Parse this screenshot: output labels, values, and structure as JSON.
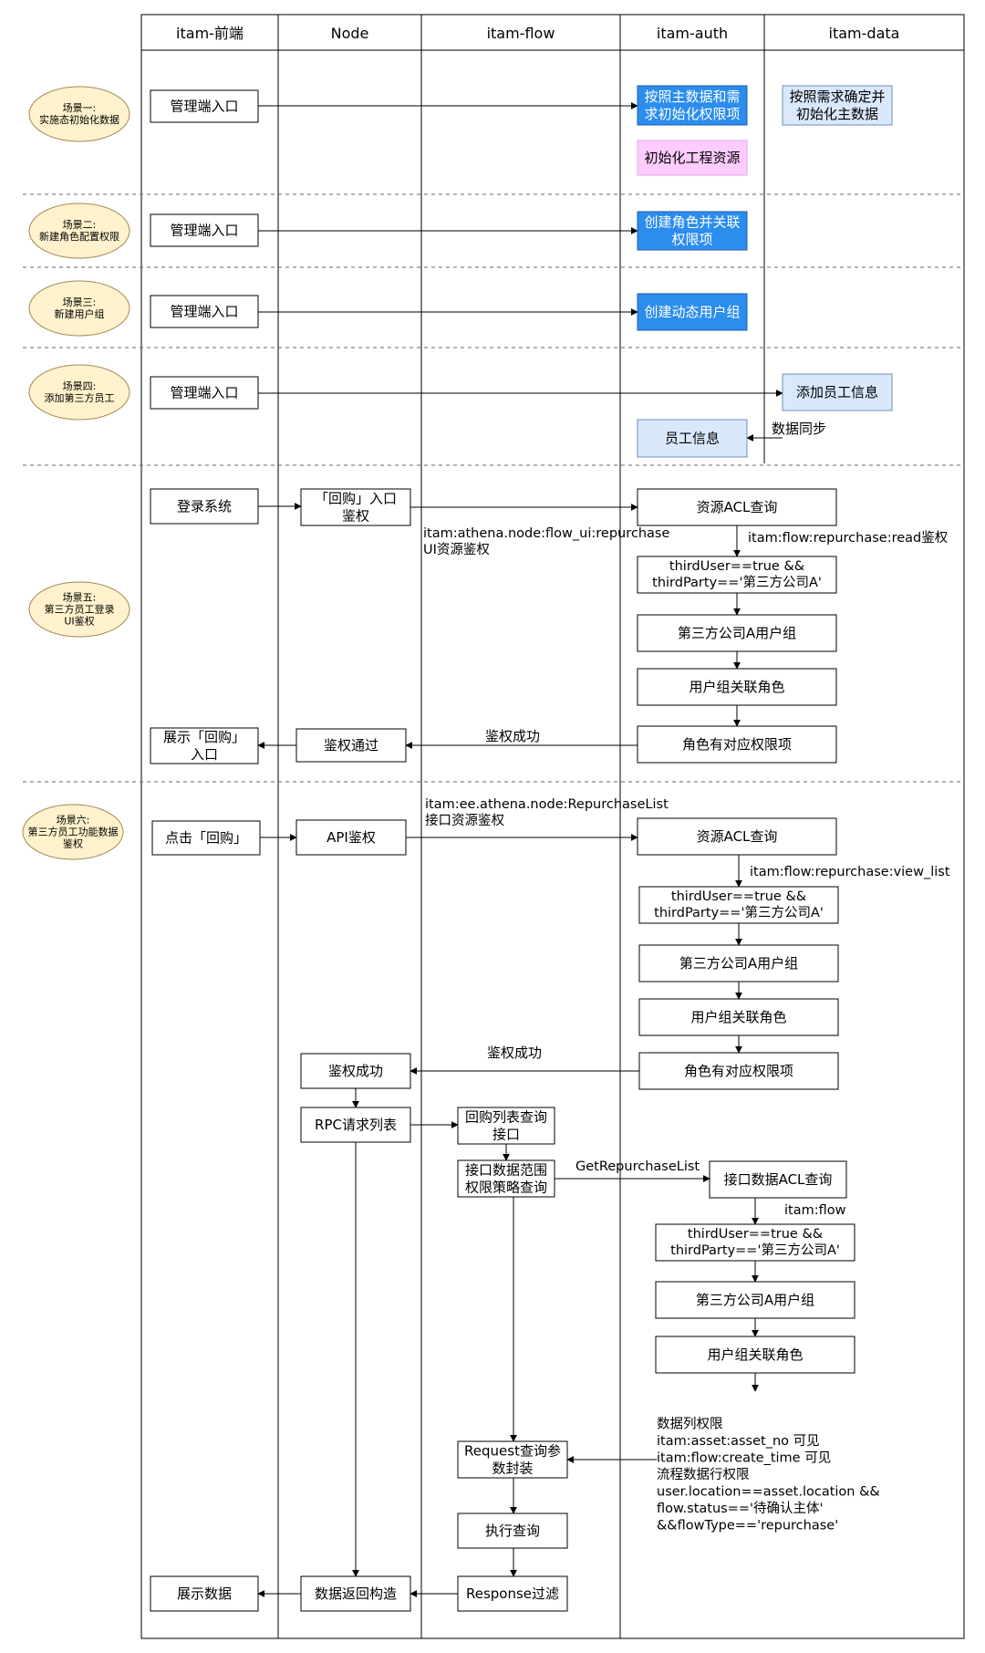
{
  "lanes": [
    "itam-前端",
    "Node",
    "itam-flow",
    "itam-auth",
    "itam-data"
  ],
  "scenes": [
    {
      "lines": [
        "场景一:",
        "实施态初始化数据"
      ]
    },
    {
      "lines": [
        "场景二:",
        "新建角色配置权限"
      ]
    },
    {
      "lines": [
        "场景三:",
        "新建用户组"
      ]
    },
    {
      "lines": [
        "场景四:",
        "添加第三方员工"
      ]
    },
    {
      "lines": [
        "场景五:",
        "第三方员工登录",
        "UI鉴权"
      ]
    },
    {
      "lines": [
        "场景六:",
        "第三方员工功能数据",
        "鉴权"
      ]
    }
  ],
  "nodes": {
    "s1_entry": [
      "管理端入口"
    ],
    "s1_auth": [
      "按照主数据和需",
      "求初始化权限项"
    ],
    "s1_data": [
      "按照需求确定并",
      "初始化主数据"
    ],
    "s1_res": [
      "初始化工程资源"
    ],
    "s2_entry": [
      "管理端入口"
    ],
    "s2_auth": [
      "创建角色并关联",
      "权限项"
    ],
    "s3_entry": [
      "管理端入口"
    ],
    "s3_auth": [
      "创建动态用户组"
    ],
    "s4_entry": [
      "管理端入口"
    ],
    "s4_data": [
      "添加员工信息"
    ],
    "s4_emp": [
      "员工信息"
    ],
    "s5_login": [
      "登录系统"
    ],
    "s5_node": [
      "「回购」入口",
      "鉴权"
    ],
    "s5_acl": [
      "资源ACL查询"
    ],
    "s5_cond": [
      "thirdUser==true &&",
      "thirdParty=='第三方公司A'"
    ],
    "s5_group": [
      "第三方公司A用户组"
    ],
    "s5_role": [
      "用户组关联角色"
    ],
    "s5_perm": [
      "角色有对应权限项"
    ],
    "s5_pass": [
      "鉴权通过"
    ],
    "s5_show": [
      "展示「回购」",
      "入口"
    ],
    "s6_click": [
      "点击「回购」"
    ],
    "s6_api": [
      "API鉴权"
    ],
    "s6_acl": [
      "资源ACL查询"
    ],
    "s6_cond": [
      "thirdUser==true &&",
      "thirdParty=='第三方公司A'"
    ],
    "s6_group": [
      "第三方公司A用户组"
    ],
    "s6_role": [
      "用户组关联角色"
    ],
    "s6_perm": [
      "角色有对应权限项"
    ],
    "s6_ok": [
      "鉴权成功"
    ],
    "s6_rpc": [
      "RPC请求列表"
    ],
    "s6_q": [
      "回购列表查询",
      "接口"
    ],
    "s6_scope": [
      "接口数据范围",
      "权限策略查询"
    ],
    "s6_dacl": [
      "接口数据ACL查询"
    ],
    "s6_cond2": [
      "thirdUser==true &&",
      "thirdParty=='第三方公司A'"
    ],
    "s6_group2": [
      "第三方公司A用户组"
    ],
    "s6_role2": [
      "用户组关联角色"
    ],
    "s6_req": [
      "Request查询参",
      "数封装"
    ],
    "s6_exec": [
      "执行查询"
    ],
    "s6_resp": [
      "Response过滤"
    ],
    "s6_ret": [
      "数据返回构造"
    ],
    "s6_show": [
      "展示数据"
    ]
  },
  "labels": {
    "sync": [
      "数据同步"
    ],
    "ui_res": [
      "itam:athena.node:flow_ui:repurchase",
      "UI资源鉴权"
    ],
    "read_perm": [
      "itam:flow:repurchase:read鉴权"
    ],
    "ok1": [
      "鉴权成功"
    ],
    "api_res": [
      "itam:ee.athena.node:RepurchaseList",
      "接口资源鉴权"
    ],
    "view_list": [
      "itam:flow:repurchase:view_list"
    ],
    "ok2": [
      "鉴权成功"
    ],
    "get_list": [
      "GetRepurchaseList"
    ],
    "itam_flow": [
      "itam:flow"
    ],
    "policy": [
      "数据列权限",
      "itam:asset:asset_no 可见",
      "itam:flow:create_time 可见",
      "流程数据行权限",
      "user.location==asset.location &&",
      "flow.status=='待确认主体'",
      "&&flowType=='repurchase'"
    ]
  },
  "colors": {
    "line": "#000000",
    "dashed": "#666666",
    "scene_fill": "#fff2cc",
    "scene_stroke": "#a08a50",
    "blue_fill": "#2b8ded",
    "blue_stroke": "#1f5ba8",
    "light_blue_fill": "#dae8fc",
    "light_blue_stroke": "#6c8ebf",
    "pink_fill": "#ffccff",
    "white": "#ffffff"
  }
}
